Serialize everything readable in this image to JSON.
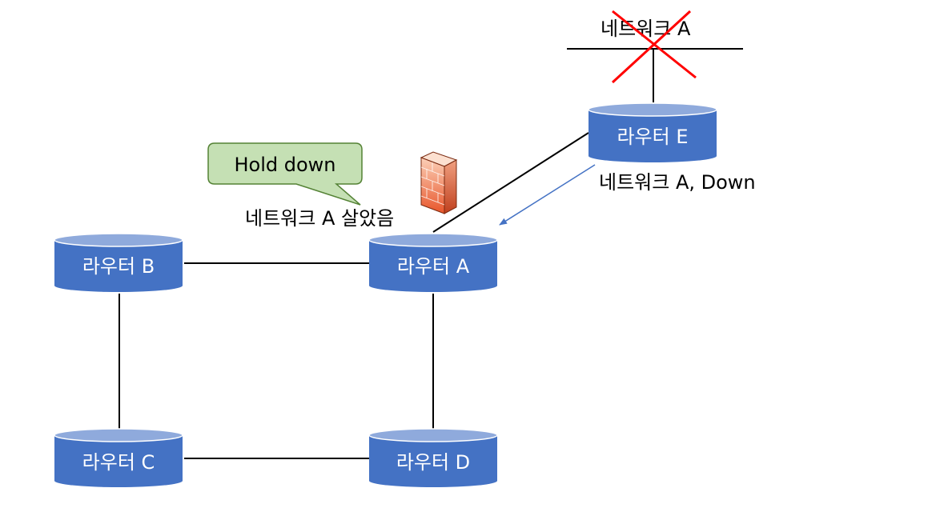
{
  "routers": {
    "a": "라우터 A",
    "b": "라우터 B",
    "c": "라우터 C",
    "d": "라우터 D",
    "e": "라우터 E"
  },
  "labels": {
    "network_a": "네트워크 A",
    "down_message": "네트워크 A, Down",
    "alive_message": "네트워크 A 살았음",
    "callout": "Hold down"
  },
  "colors": {
    "router_fill": "#4472c4",
    "router_top": "#8faadc",
    "link": "#000000",
    "arrow": "#4472c4",
    "cross": "#ff0000",
    "callout_fill": "#c5e0b4",
    "callout_stroke": "#548235",
    "firewall": "#f4875a"
  },
  "icons": {
    "firewall": "firewall-icon",
    "failure": "cross-mark-icon"
  }
}
